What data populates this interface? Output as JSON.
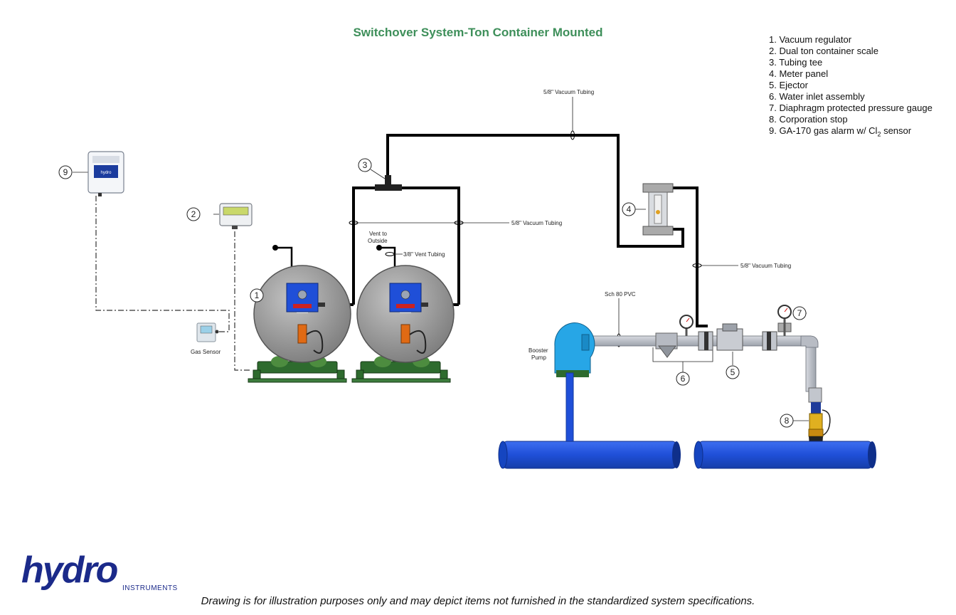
{
  "title": "Switchover System-Ton Container Mounted",
  "legend": [
    "1. Vacuum regulator",
    "2. Dual ton container scale",
    "3. Tubing tee",
    "4. Meter panel",
    "5. Ejector",
    "6. Water inlet assembly",
    "7. Diaphragm protected pressure gauge",
    "8. Corporation stop"
  ],
  "legend_item9": {
    "prefix": "9. GA-170 gas alarm w/ Cl",
    "sub": "2",
    "suffix": " sensor"
  },
  "callouts": [
    "1",
    "2",
    "3",
    "4",
    "5",
    "6",
    "7",
    "8",
    "9"
  ],
  "labels": {
    "vacuum_tubing_top": "5/8\" Vacuum Tubing",
    "vacuum_tubing_mid": "5/8\" Vacuum Tubing",
    "vacuum_tubing_right": "5/8\" Vacuum Tubing",
    "vent_tubing": "3/8\" Vent Tubing",
    "vent_line1": "Vent to",
    "vent_line2": "Outside",
    "pvc": "Sch 80 PVC",
    "pump_line1": "Booster",
    "pump_line2": "Pump",
    "gas_sensor": "Gas Sensor"
  },
  "logo": {
    "text": "hydro",
    "subtext": "INSTRUMENTS"
  },
  "disclaimer": "Drawing is for illustration purposes only and may depict items not furnished in the standardized system specifications.",
  "colors": {
    "title": "#3e8f5a",
    "pipe_blue": "#1f4fd8",
    "tank_gray": "#9a9a9a",
    "scale_green": "#2e6b2e",
    "pvc_gray": "#b8bcc4",
    "logo_blue": "#1b2a8a"
  }
}
